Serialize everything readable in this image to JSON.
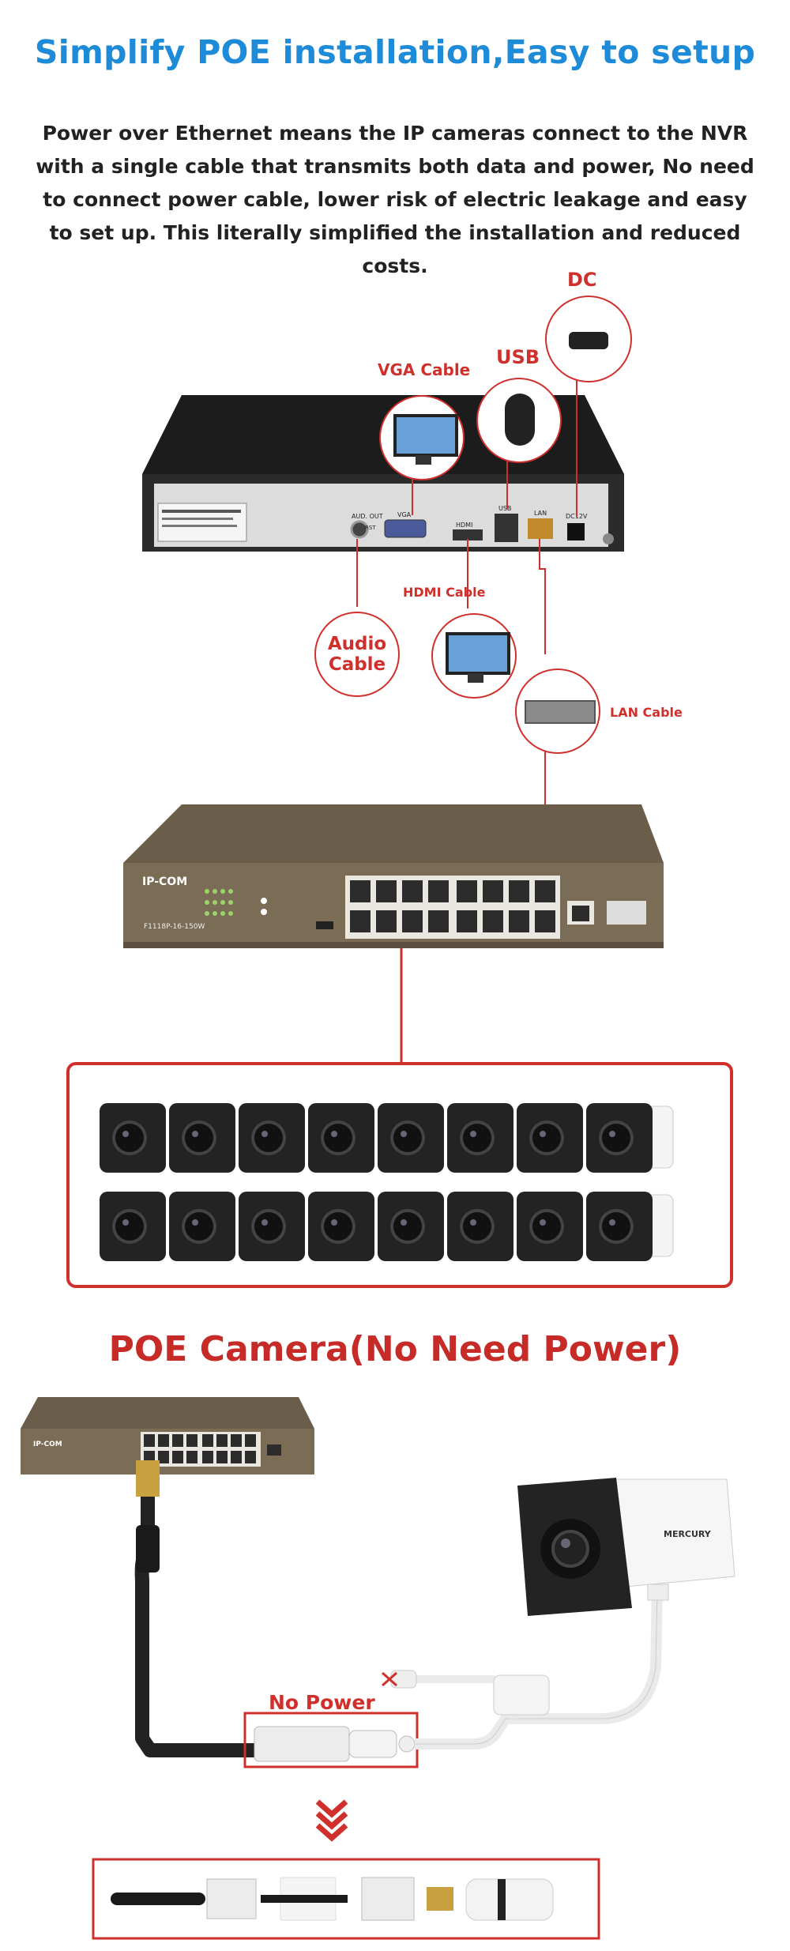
{
  "header": {
    "title": "Simplify POE installation,Easy to setup",
    "description": "Power over Ethernet means the IP cameras connect to the NVR with a single cable that transmits both data and power, No need to connect power cable, lower risk of electric leakage and easy to set up. This literally simplified the installation and reduced costs."
  },
  "diagram": {
    "dc_label": "DC",
    "usb_label": "USB",
    "vga_cable_label": "VGA Cable",
    "hdmi_cable_label": "HDMI Cable",
    "audio_cable_label_1": "Audio",
    "audio_cable_label_2": "Cable",
    "lan_cable_label": "LAN Cable",
    "nvr_ports": {
      "audio_out": "AUD. OUT",
      "rst": "RST",
      "vga": "VGA",
      "hdmi": "HDMI",
      "usb": "USB",
      "lan": "LAN",
      "dc": "DC12V"
    },
    "switch_brand": "IP-COM",
    "switch_model": "F1118P-16-150W",
    "camera_brand": "MERCURY"
  },
  "poe_section": {
    "title": "POE Camera(No Need Power)",
    "no_power_label": "No Power"
  },
  "colors": {
    "title_blue": "#1e8bd8",
    "accent_red": "#d0302c"
  }
}
